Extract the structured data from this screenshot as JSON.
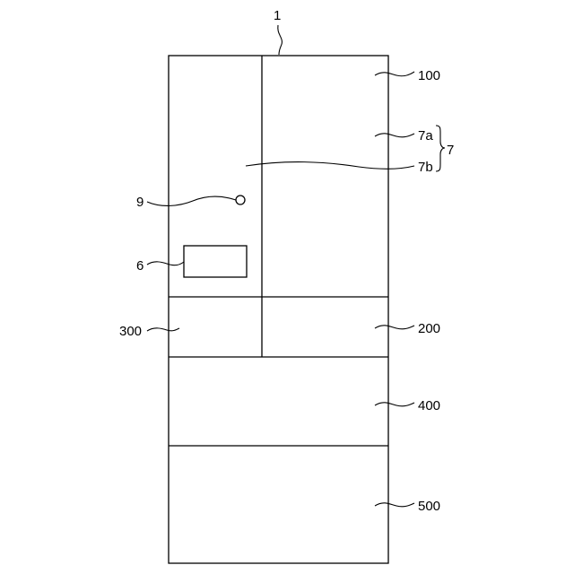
{
  "labels": {
    "refrigerator": "1",
    "upper_compartment": "100",
    "door_left": "7a",
    "door_right": "7b",
    "door_group": "7",
    "sensor": "9",
    "panel": "6",
    "left_middle": "300",
    "right_middle": "200",
    "lower_drawer": "400",
    "bottom_drawer": "500"
  }
}
